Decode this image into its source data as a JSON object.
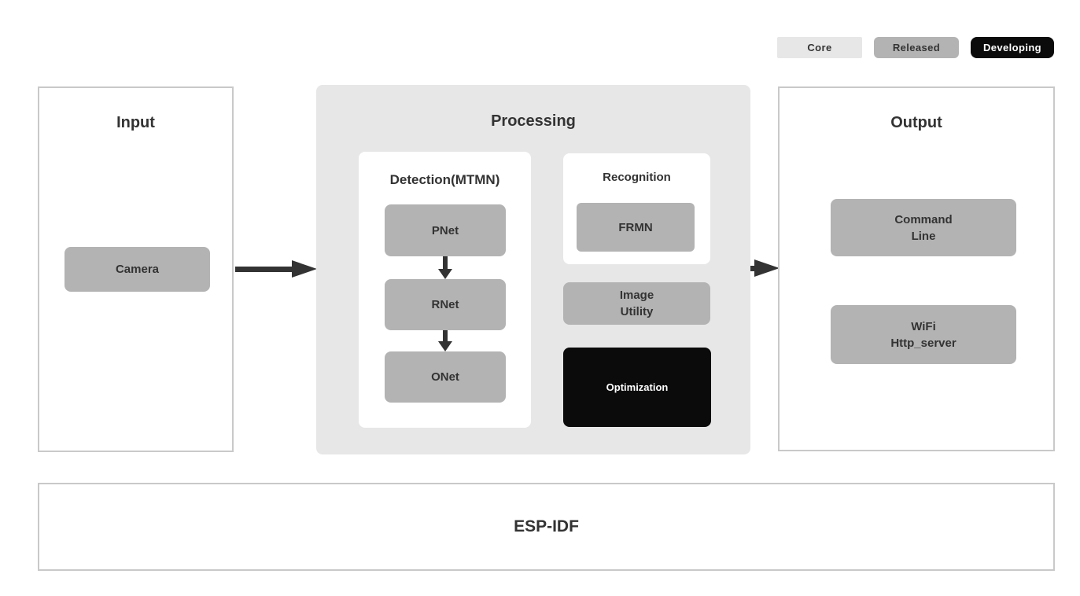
{
  "colors": {
    "light_gray": "#e7e7e7",
    "mid_gray": "#b3b3b3",
    "near_black": "#0b0b0b",
    "text": "#333333",
    "border": "#c9c9c9",
    "white": "#ffffff",
    "arrow": "#333333"
  },
  "legend": {
    "core": "Core",
    "released": "Released",
    "developing": "Developing"
  },
  "input": {
    "title": "Input",
    "camera": "Camera"
  },
  "processing": {
    "title": "Processing",
    "detection": {
      "title": "Detection(MTMN)",
      "nodes": [
        "PNet",
        "RNet",
        "ONet"
      ]
    },
    "recognition": {
      "title": "Recognition",
      "node": "FRMN"
    },
    "image_utility": {
      "line1": "Image",
      "line2": "Utility"
    },
    "optimization": "Optimization"
  },
  "output": {
    "title": "Output",
    "command_line": {
      "line1": "Command",
      "line2": "Line"
    },
    "wifi": {
      "line1": "WiFi",
      "line2": "Http_server"
    }
  },
  "foundation": {
    "title": "ESP-IDF"
  }
}
